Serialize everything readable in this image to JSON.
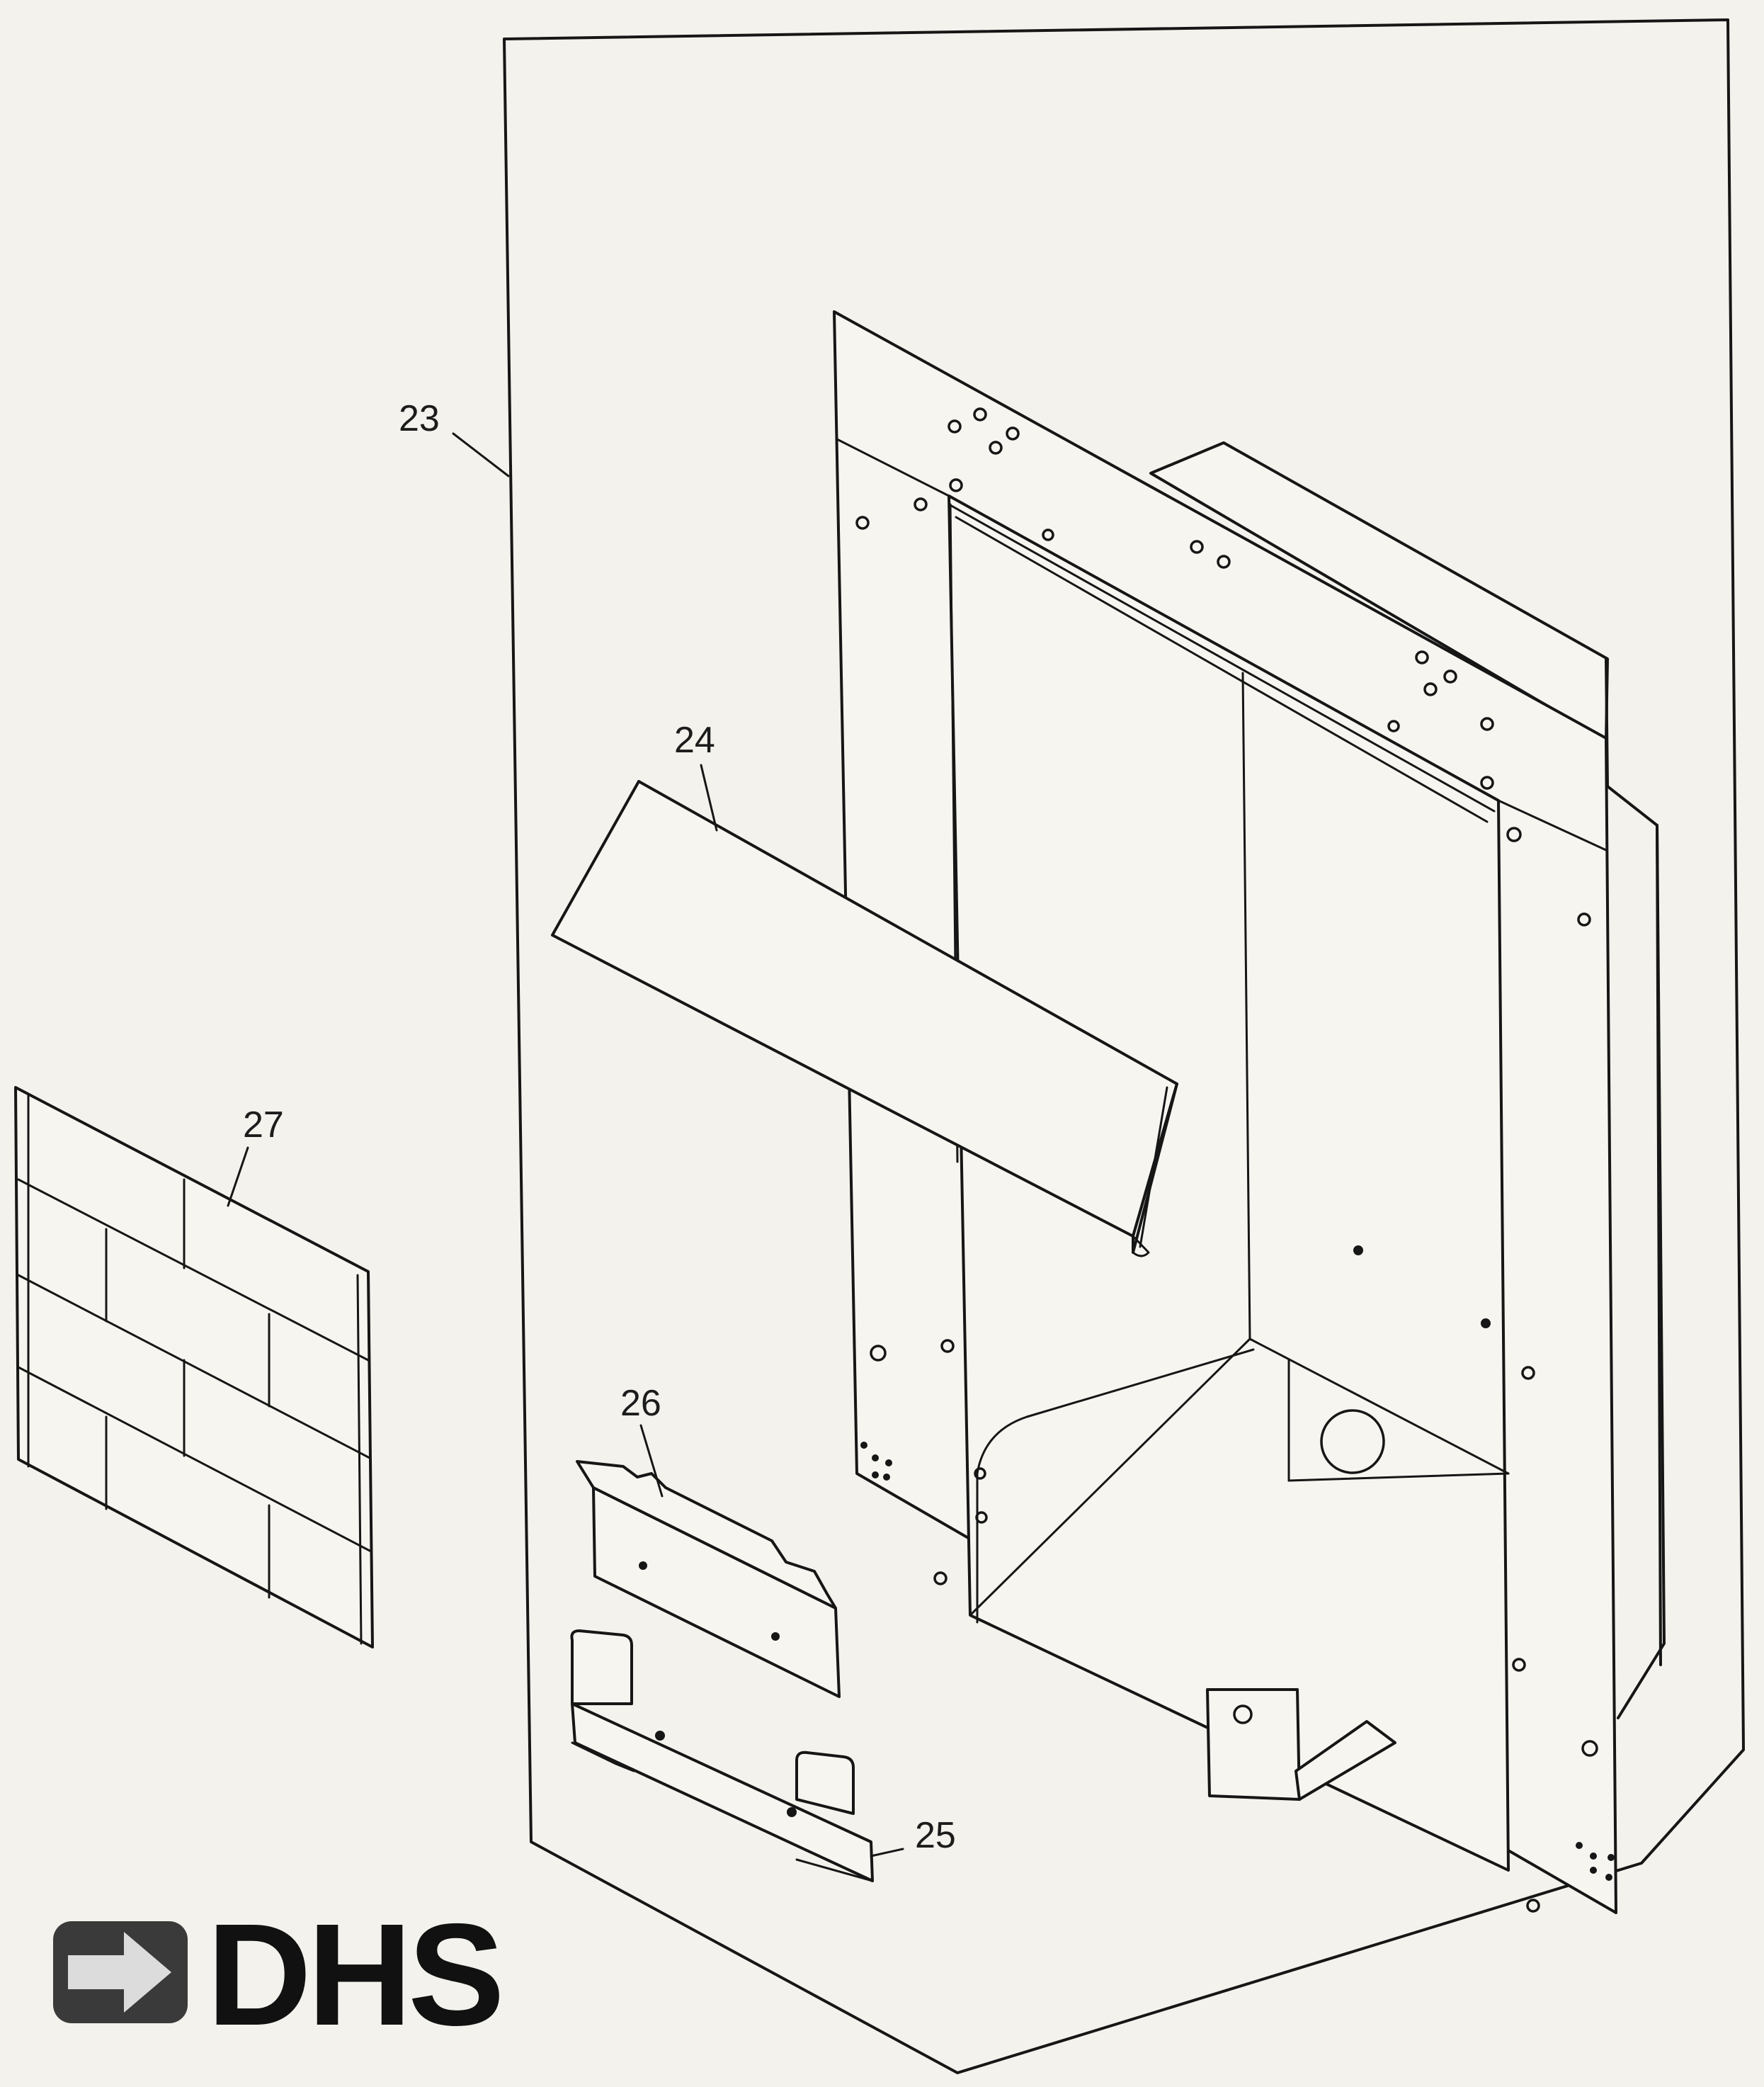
{
  "callouts": {
    "p23": "23",
    "p24": "24",
    "p25": "25",
    "p26": "26",
    "p27": "27"
  },
  "logo": {
    "text": "DHS",
    "color": "#111111",
    "badge_color": "#3a3a3a"
  },
  "colors": {
    "background": "#f3f2ec",
    "line": "#161616"
  }
}
